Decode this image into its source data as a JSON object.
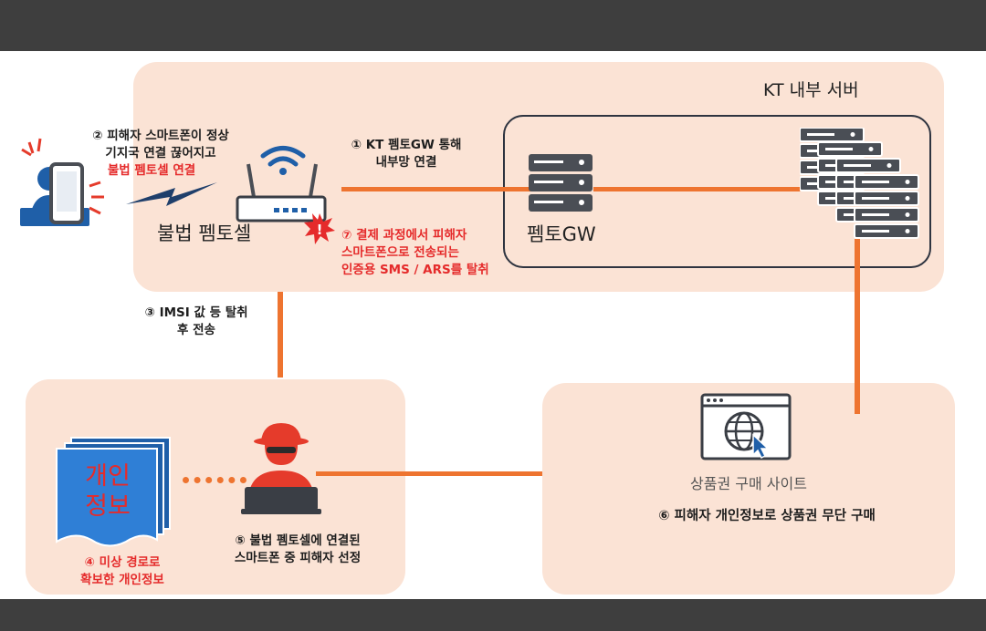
{
  "diagram": {
    "kt_server_title": "KT 내부 서버",
    "femtocell_label": "불법 펨토셀",
    "femto_gw_label": "펨토GW",
    "site_label": "상품권 구매 사이트",
    "personal_info_doc": [
      "개인",
      "정보"
    ],
    "steps": {
      "step1": [
        "① KT 펨토GW 통해",
        "내부망 연결"
      ],
      "step2": [
        "② 피해자 스마트폰이 정상",
        "기지국 연결 끊어지고"
      ],
      "step2_red": "불법 펨토셀 연결",
      "step3": [
        "③ IMSI 값 등 탈취",
        "후 전송"
      ],
      "step4": [
        "④ 미상 경로로",
        "확보한 개인정보"
      ],
      "step5": [
        "⑤ 불법 펨토셀에 연결된",
        "스마트폰 중 피해자 선정"
      ],
      "step6": "⑥ 피해자 개인정보로 상품권 무단 구매",
      "step7": [
        "⑦ 결제 과정에서 피해자",
        "스마트폰으로 전송되는",
        "인증용 SMS / ARS를 탈취"
      ]
    },
    "colors": {
      "panel_bg": "#fbe3d5",
      "connector": "#ee7430",
      "highlight_red": "#e52b2b",
      "device_blue": "#1f5fa8",
      "server_gray": "#4a4e55",
      "frame_dark": "#3e3e3e"
    },
    "icons": [
      "victim-phone-icon",
      "lightning-icon",
      "wifi-router-icon",
      "warning-icon",
      "femto-gw-server-icon",
      "server-cluster-icon",
      "browser-globe-icon",
      "personal-info-document-icon",
      "hacker-icon"
    ]
  }
}
